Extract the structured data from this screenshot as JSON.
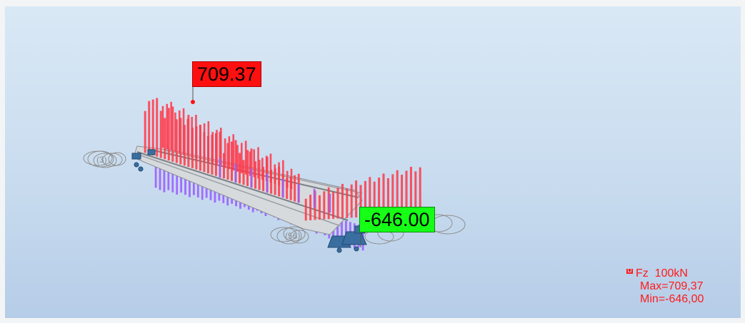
{
  "diagram": {
    "max_label": "709.37",
    "min_label": "-646.00",
    "support_labels": [
      "(3)",
      "(56)"
    ]
  },
  "legend": {
    "quantity": "Fz",
    "scale": "100kN",
    "max_text": "Max=709,37",
    "min_text": "Min=-646,00"
  },
  "colors": {
    "positive": "#ff3a4a",
    "negative": "#9a5cff",
    "beam": "#c8cdd2",
    "support": "#3a6ea0",
    "legend_text": "#ff1a1a"
  }
}
